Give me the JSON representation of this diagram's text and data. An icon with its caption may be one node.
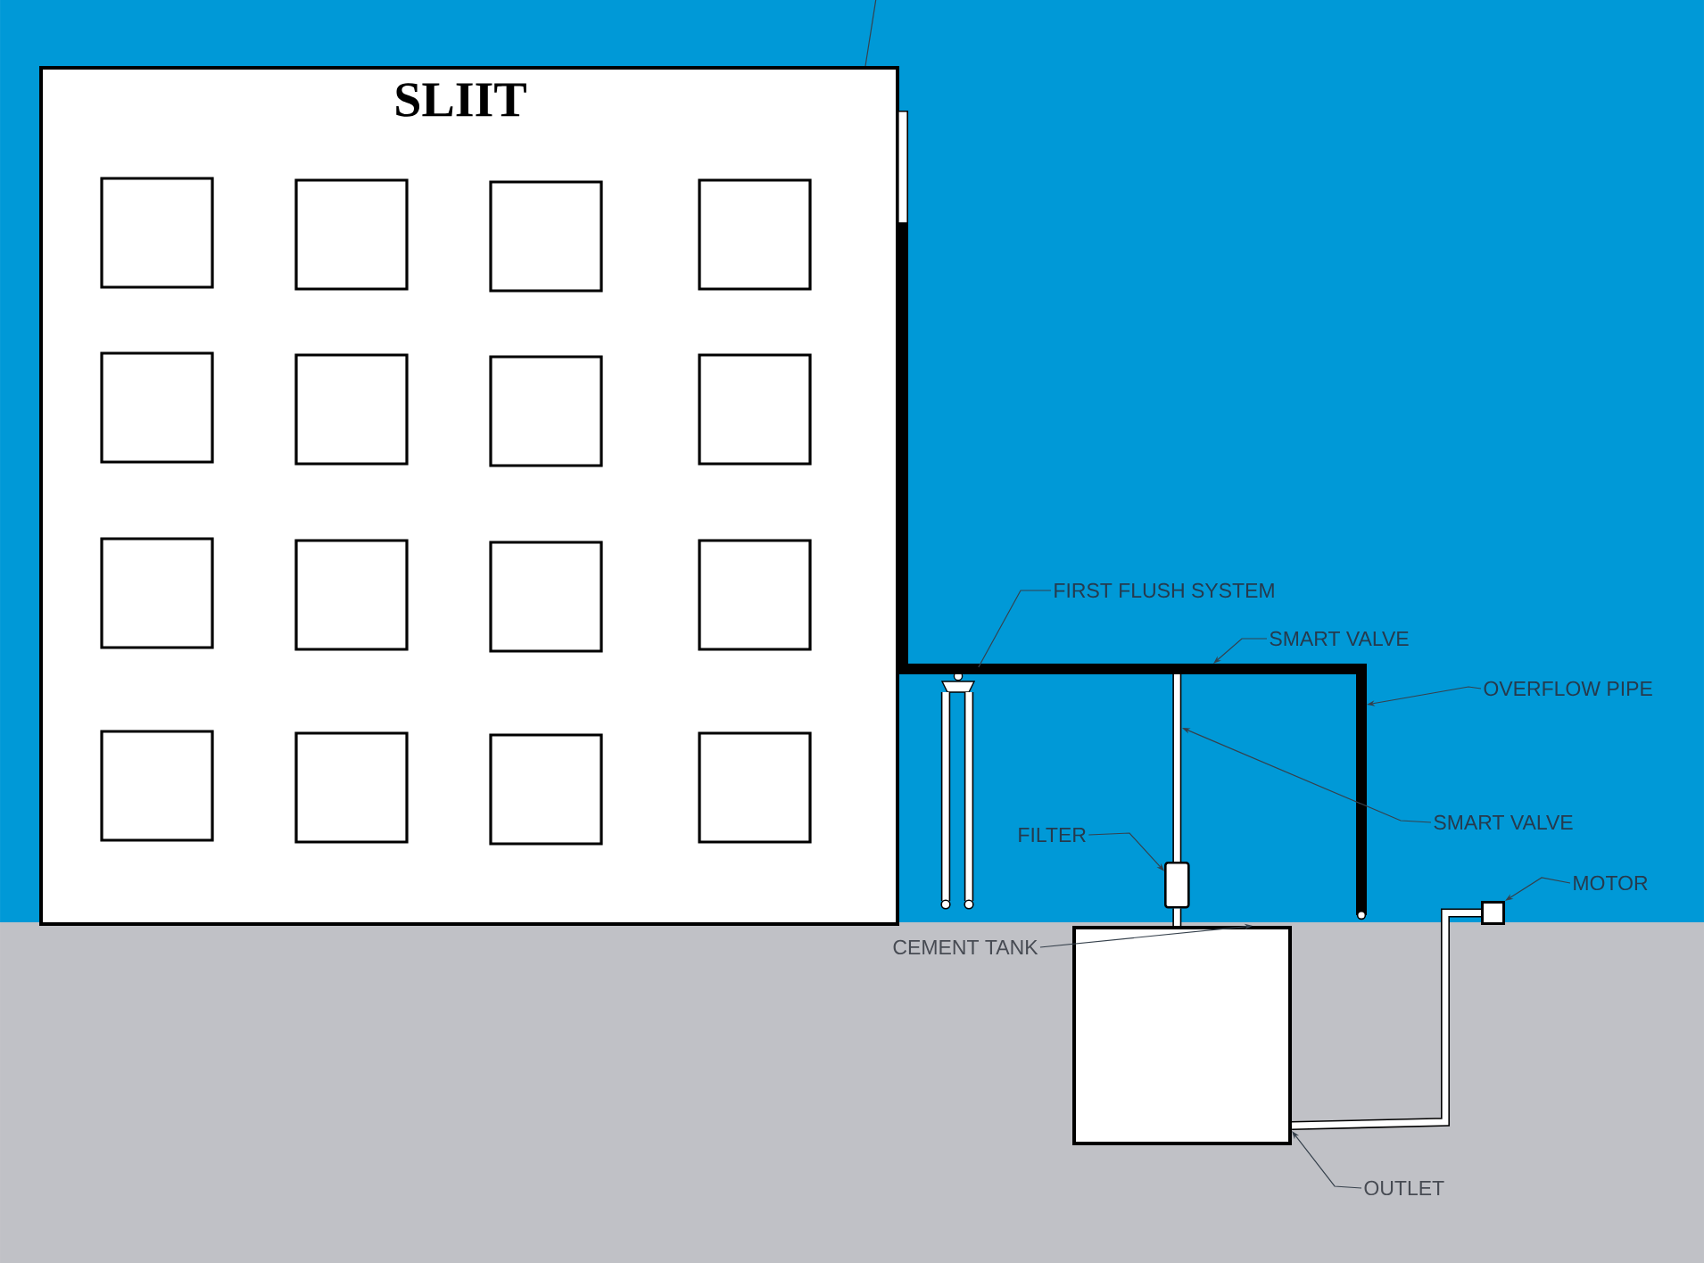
{
  "diagram": {
    "nodes": [
      {
        "text": [
          "SLIIT"
        ]
      },
      {
        "text": [],
        "shape": "bar"
      },
      {
        "text": [
          "FIRST FLUSH SYSTEM"
        ]
      },
      {
        "text": [],
        "shape": "picture"
      },
      {
        "text": [
          "SMART VALVE"
        ]
      },
      {
        "text": [],
        "shape": "bar"
      },
      {
        "text": [
          "OVERFLOW PIPE"
        ]
      },
      {
        "text": [],
        "shape": "bar"
      },
      {
        "text": [
          "SMART VALVE"
        ]
      },
      {
        "text": [
          "FILTER"
        ]
      },
      {
        "text": [],
        "shape": "box"
      },
      {
        "text": [
          "CEMENT TANK"
        ]
      },
      {
        "text": [],
        "shape": "box"
      },
      {
        "text": [
          "MOTOR"
        ]
      },
      {
        "text": [],
        "shape": "box"
      },
      {
        "text": [
          "OUTLET"
        ]
      }
    ],
    "edges": [
      {
        "from": null,
        "to": 0,
        "arrow": "none"
      },
      {
        "from": 2,
        "to": 3,
        "arrow": "none"
      },
      {
        "from": 4,
        "to": 5,
        "arrow": "to"
      },
      {
        "from": 6,
        "to": 7,
        "arrow": "to"
      },
      {
        "from": 8,
        "to": null,
        "arrow": "to"
      },
      {
        "from": 9,
        "to": 10,
        "arrow": "to"
      },
      {
        "from": 11,
        "to": 12,
        "arrow": "to"
      },
      {
        "from": 13,
        "to": 14,
        "arrow": "to"
      },
      {
        "from": 15,
        "to": 12,
        "arrow": "to"
      },
      {
        "from": 5,
        "to": 10,
        "arrow": "none",
        "style": "thick"
      },
      {
        "from": 10,
        "to": 12,
        "arrow": "none",
        "style": "thick"
      },
      {
        "from": 12,
        "to": 14,
        "arrow": "none",
        "style": "thick"
      }
    ]
  }
}
